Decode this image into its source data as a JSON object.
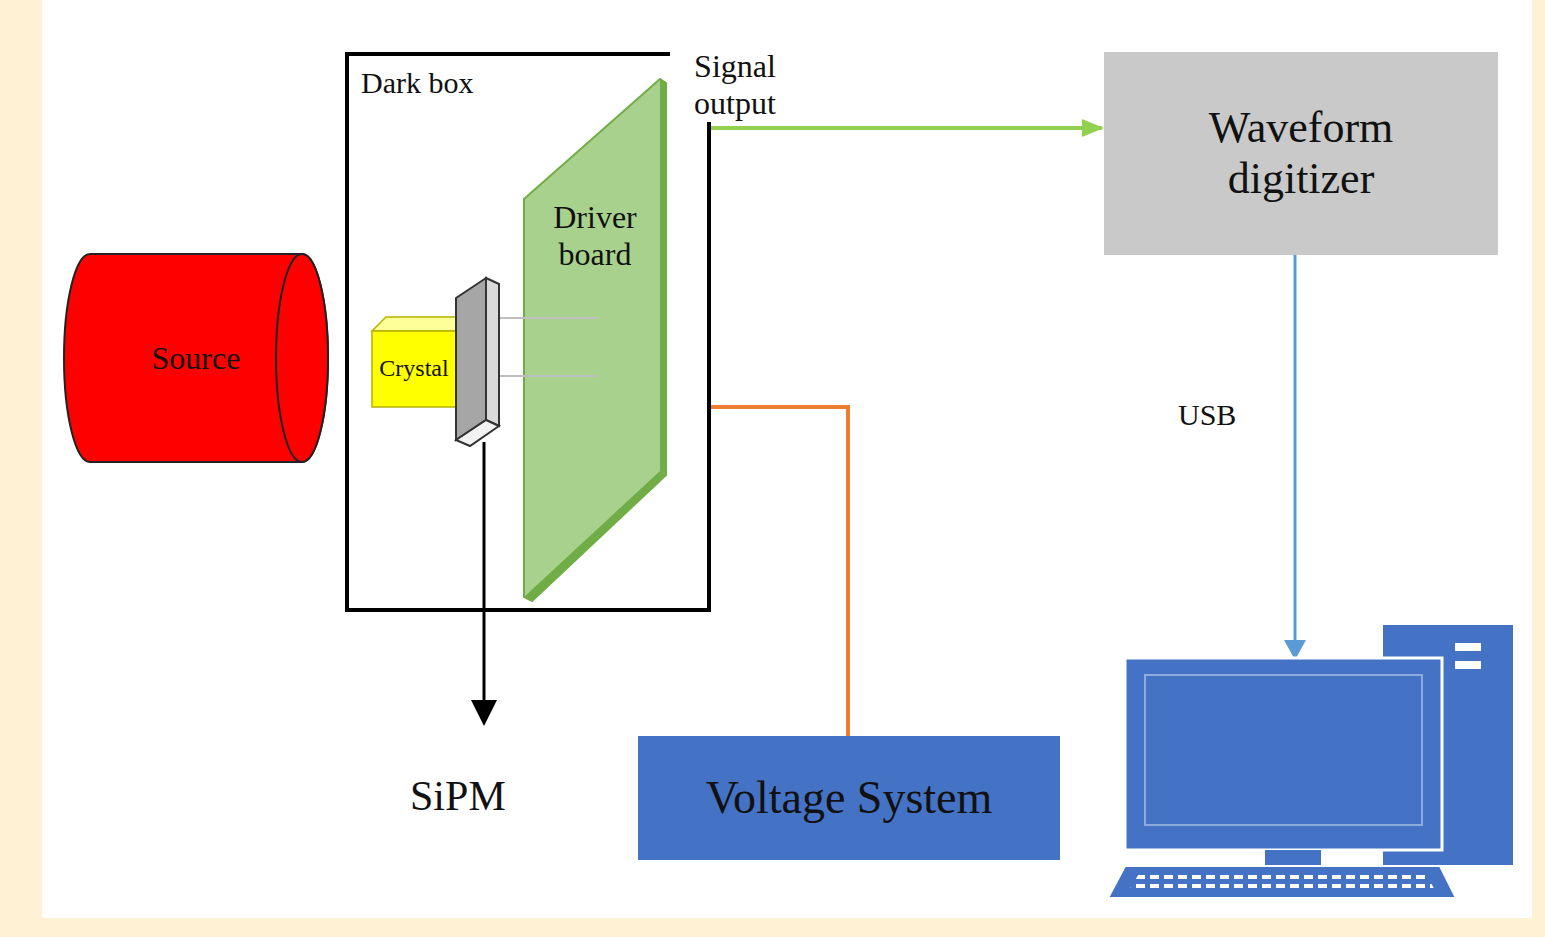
{
  "diagram": {
    "nodes": [
      {
        "text": [
          "Source"
        ]
      },
      {
        "text": [
          "Dark box"
        ]
      },
      {
        "text": [
          "Driver board"
        ],
        "in": 1
      },
      {
        "text": [
          "Crystal"
        ],
        "in": 1
      },
      {
        "text": [
          "Waveform digitizer"
        ]
      },
      {
        "text": [
          "Voltage System"
        ]
      }
    ],
    "edges": [
      {
        "from": 2,
        "to": 4,
        "label": "Signal output",
        "arrow": "to"
      },
      {
        "from": 5,
        "to": 2,
        "arrow": "to"
      }
    ],
    "labels": [
      "USB",
      "SiPM"
    ]
  }
}
